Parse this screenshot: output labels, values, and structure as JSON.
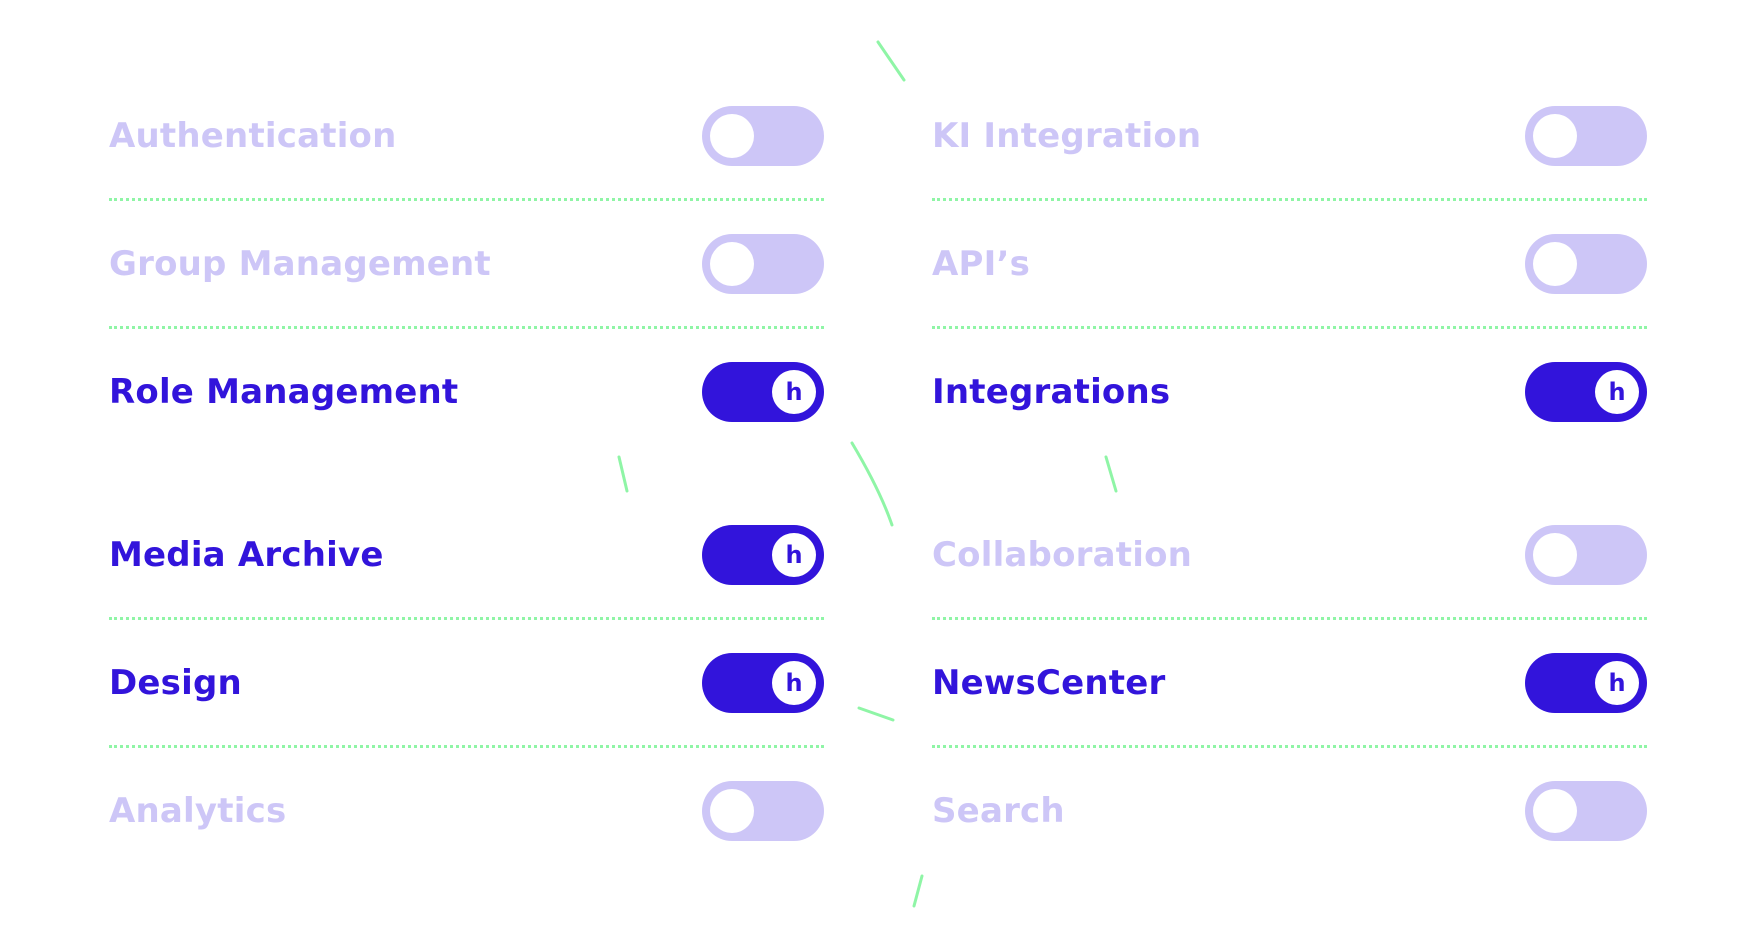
{
  "colors": {
    "active": "#3214db",
    "inactive": "#cdc6f7",
    "divider": "#8ff5a6",
    "knob": "#ffffff"
  },
  "knob_glyph": "h",
  "left_column": [
    {
      "label": "Authentication",
      "enabled": false
    },
    {
      "label": "Group Management",
      "enabled": false
    },
    {
      "label": "Role Management",
      "enabled": true
    },
    {
      "label": "Media Archive",
      "enabled": true
    },
    {
      "label": "Design",
      "enabled": true
    },
    {
      "label": "Analytics",
      "enabled": false
    }
  ],
  "right_column": [
    {
      "label": "KI Integration",
      "enabled": false
    },
    {
      "label": "API’s",
      "enabled": false
    },
    {
      "label": "Integrations",
      "enabled": true
    },
    {
      "label": "Collaboration",
      "enabled": false
    },
    {
      "label": "NewsCenter",
      "enabled": true
    },
    {
      "label": "Search",
      "enabled": false
    }
  ]
}
